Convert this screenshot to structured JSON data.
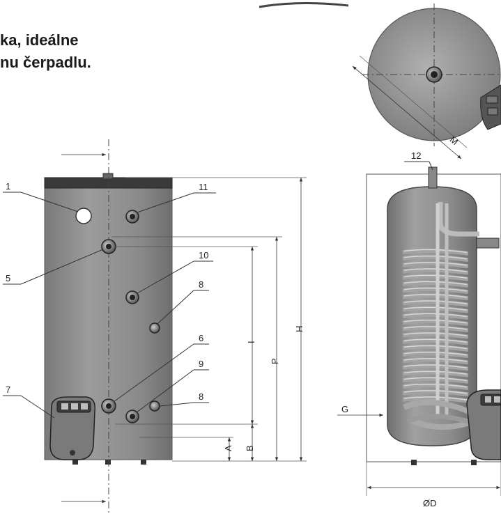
{
  "heading": {
    "line1": "ka, ideálne",
    "line2": "nu čerpadlu."
  },
  "callouts": {
    "c1": "1",
    "c5": "5",
    "c7": "7",
    "c11": "11",
    "c10": "10",
    "c8a": "8",
    "c6": "6",
    "c9": "9",
    "c8b": "8",
    "c12": "12"
  },
  "dimensions": {
    "A": "A",
    "B": "B",
    "I": "I",
    "P": "P",
    "H": "H",
    "G": "G",
    "D": "ØD",
    "M": "M"
  },
  "colors": {
    "tank_body": "#8e8e8e",
    "tank_top": "#3a3a3a",
    "coil": "#9a9a9a",
    "background": "#ffffff"
  }
}
